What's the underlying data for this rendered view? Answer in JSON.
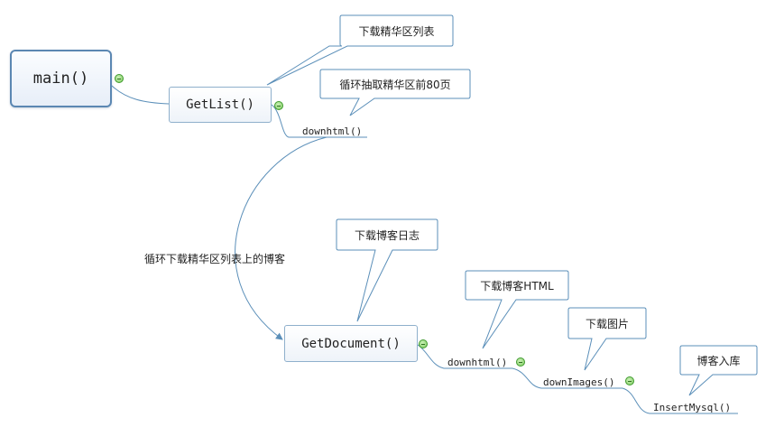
{
  "nodes": {
    "main": "main()",
    "get_list": "GetList()",
    "get_list_downhtml": "downhtml()",
    "get_document": "GetDocument()",
    "doc_downhtml": "downhtml()",
    "down_images": "downImages()",
    "insert_mysql": "InsertMysql()"
  },
  "callouts": {
    "download_list": "下载精华区列表",
    "loop_80_pages": "循环抽取精华区前80页",
    "download_blog_log": "下载博客日志",
    "download_blog_html": "下载博客HTML",
    "download_images": "下载图片",
    "blog_to_db": "博客入库"
  },
  "edge_label": "循环下载精华区列表上的博客",
  "colors": {
    "line": "#5b8fb9",
    "node_border": "#8fb0cc",
    "root_border": "#5b87b2",
    "collapse_fill": "#7fcc5f"
  },
  "icons": {
    "collapse": "minus-circle-icon",
    "arrow": "arrowhead-icon"
  }
}
